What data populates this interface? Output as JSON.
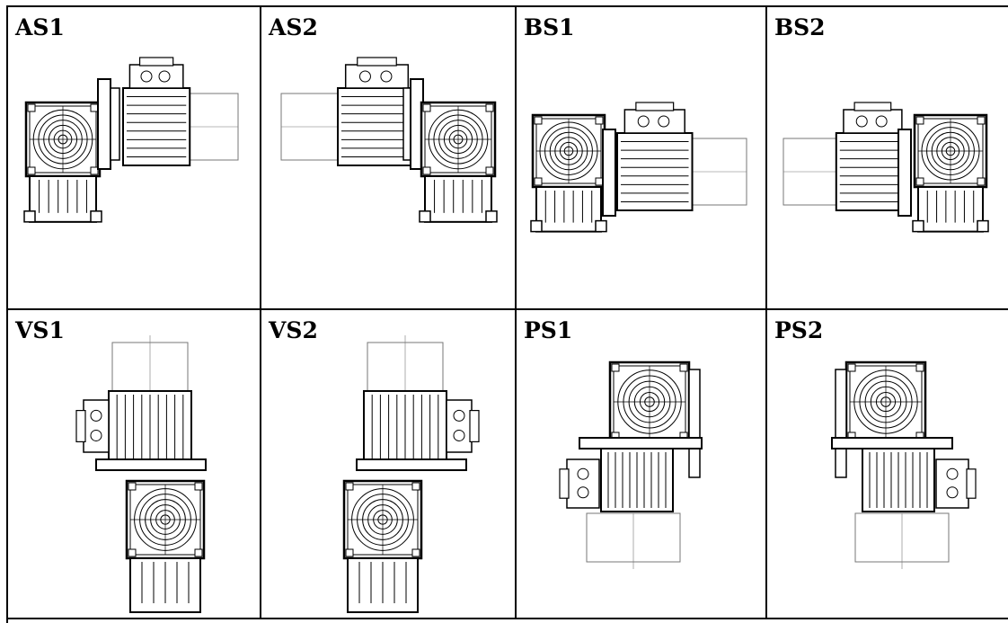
{
  "colors": {
    "line": "#000000",
    "light_line": "#777777",
    "background": "#ffffff"
  },
  "cells": [
    {
      "label": "AS1",
      "config": "motor-right-gear-left"
    },
    {
      "label": "AS2",
      "config": "motor-left-gear-right"
    },
    {
      "label": "BS1",
      "config": "motor-right-gear-left"
    },
    {
      "label": "BS2",
      "config": "motor-left-gear-right"
    },
    {
      "label": "VS1",
      "config": "motor-up-gear-down"
    },
    {
      "label": "VS2",
      "config": "motor-up-gear-down-mirror"
    },
    {
      "label": "PS1",
      "config": "gear-up-motor-down"
    },
    {
      "label": "PS2",
      "config": "gear-up-motor-down-mirror"
    }
  ]
}
